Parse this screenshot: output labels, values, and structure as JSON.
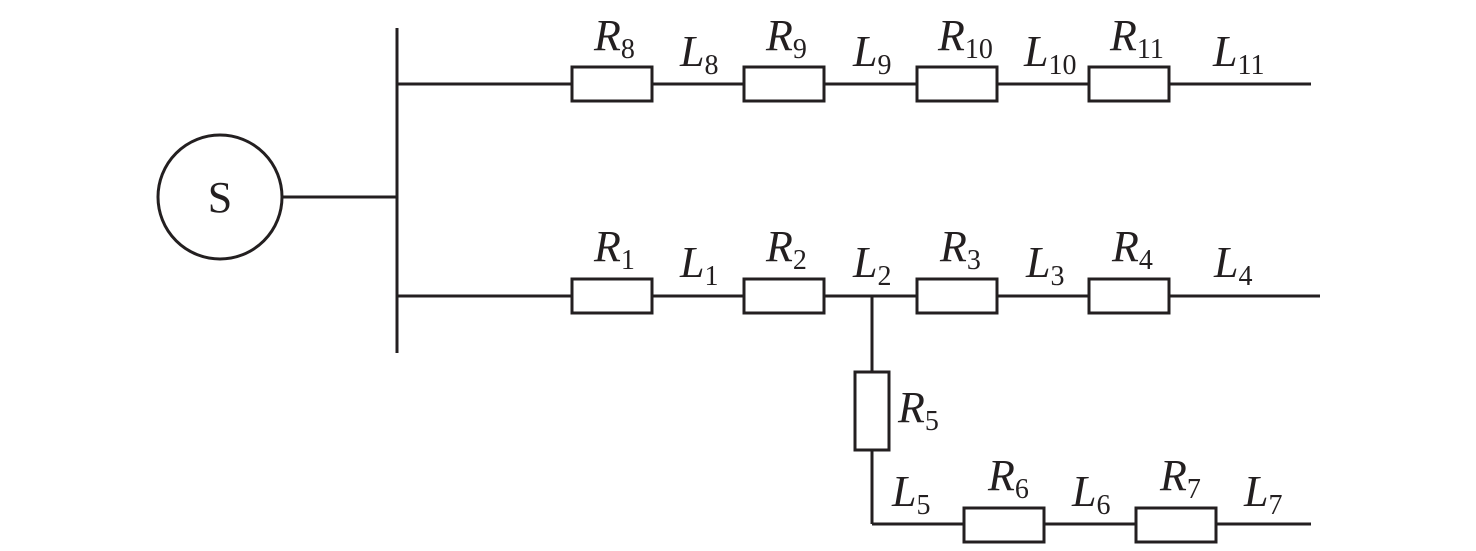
{
  "diagram": {
    "source_label": "S",
    "resistors": [
      {
        "letter": "R",
        "sub": "8"
      },
      {
        "letter": "R",
        "sub": "9"
      },
      {
        "letter": "R",
        "sub": "10"
      },
      {
        "letter": "R",
        "sub": "11"
      },
      {
        "letter": "R",
        "sub": "1"
      },
      {
        "letter": "R",
        "sub": "2"
      },
      {
        "letter": "R",
        "sub": "3"
      },
      {
        "letter": "R",
        "sub": "4"
      },
      {
        "letter": "R",
        "sub": "5"
      },
      {
        "letter": "R",
        "sub": "6"
      },
      {
        "letter": "R",
        "sub": "7"
      }
    ],
    "lines": [
      {
        "letter": "L",
        "sub": "8"
      },
      {
        "letter": "L",
        "sub": "9"
      },
      {
        "letter": "L",
        "sub": "10"
      },
      {
        "letter": "L",
        "sub": "11"
      },
      {
        "letter": "L",
        "sub": "1"
      },
      {
        "letter": "L",
        "sub": "2"
      },
      {
        "letter": "L",
        "sub": "3"
      },
      {
        "letter": "L",
        "sub": "4"
      },
      {
        "letter": "L",
        "sub": "5"
      },
      {
        "letter": "L",
        "sub": "6"
      },
      {
        "letter": "L",
        "sub": "7"
      }
    ]
  }
}
